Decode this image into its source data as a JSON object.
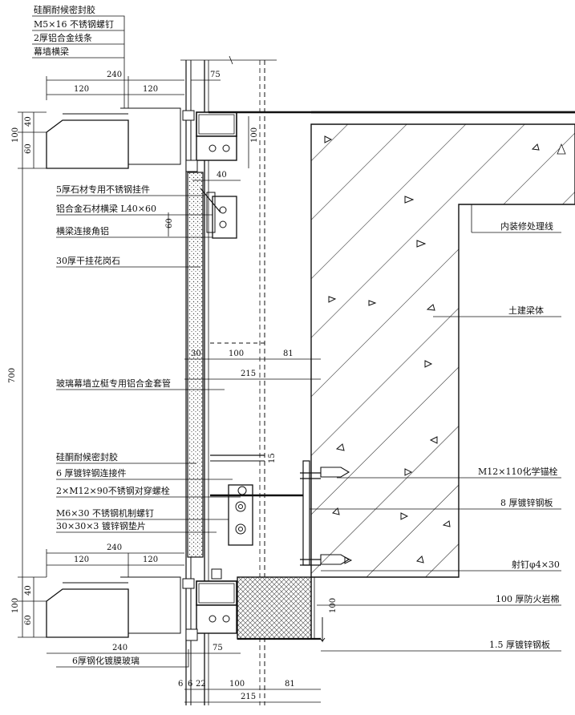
{
  "labels": {
    "silicone_sealant_top": "硅酮耐候密封胶",
    "m5_screw": "M5×16 不锈钢螺钉",
    "alu_strip": "2厚铝合金线条",
    "curtain_beam": "幕墙横梁",
    "stone_hanger": "5厚石材专用不锈钢挂件",
    "alu_stone_beam": "铝合金石材横梁 L40×60",
    "beam_angle": "横梁连接角铝",
    "granite": "30厚干挂花岗石",
    "interior_line": "内装修处理线",
    "civil_beam": "土建梁体",
    "sleeve": "玻璃幕墙立梃专用铝合金套管",
    "silicone_sealant_mid": "硅酮耐候密封胶",
    "connector_6mm": "6 厚镀锌钢连接件",
    "through_bolt": "2×M12×90不锈钢对穿螺栓",
    "machine_screw": "M6×30 不锈钢机制螺钉",
    "washer": "30×30×3 镀锌钢垫片",
    "chem_anchor": "M12×110化学锚栓",
    "plate_8mm": "8 厚镀锌钢板",
    "nail": "射钉φ4×30",
    "rock_wool": "100 厚防火岩棉",
    "plate_1_5": "1.5 厚镀锌钢板",
    "glass": "6厚钢化镀膜玻璃"
  },
  "dims": {
    "top_240": "240",
    "top_120a": "120",
    "top_120b": "120",
    "top_75": "75",
    "top_100v": "100",
    "top_40": "40",
    "top_60": "60",
    "side_100": "100",
    "stone_40": "40",
    "stone_60": "60",
    "mid_30": "30",
    "mid_100": "100",
    "mid_81": "81",
    "mid_215": "215",
    "height_700": "700",
    "gap_15": "15",
    "bot_240": "240",
    "bot_120a": "120",
    "bot_120b": "120",
    "bot_40": "40",
    "bot_60": "60",
    "bot_side_100": "100",
    "wool_100": "100",
    "low_240": "240",
    "low_75": "75",
    "b_6a": "6",
    "b_6b": "6",
    "b_22": "22",
    "b_100": "100",
    "b_81": "81",
    "b_215": "215"
  }
}
